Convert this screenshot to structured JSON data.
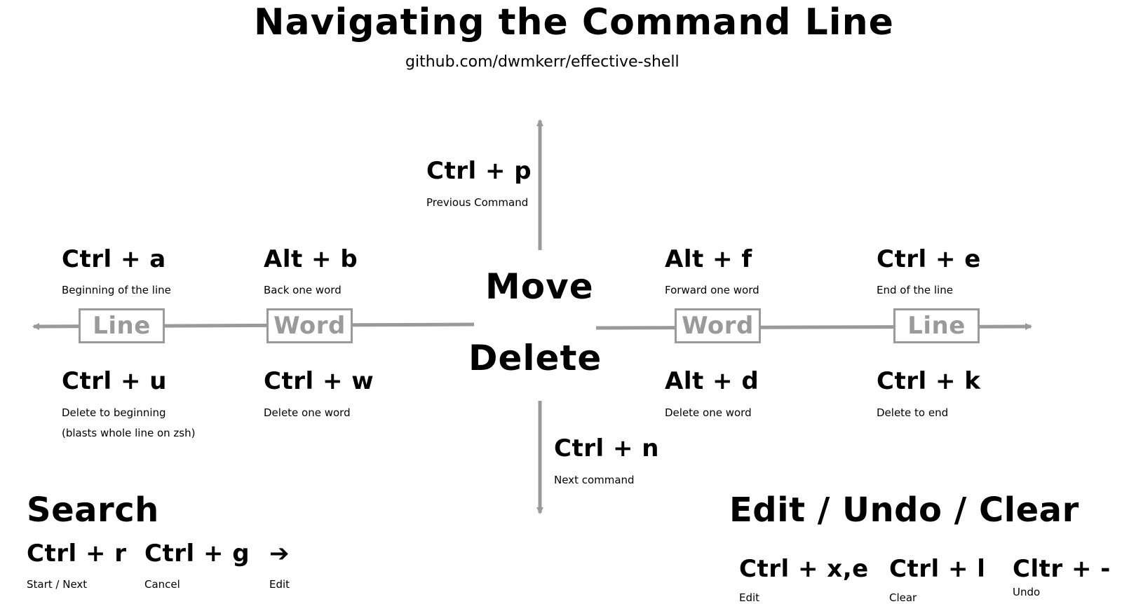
{
  "header": {
    "title": "Navigating the Command Line",
    "subtitle": "github.com/dwmkerr/effective-shell"
  },
  "center": {
    "move_label": "Move",
    "delete_label": "Delete"
  },
  "vertical": {
    "up": {
      "key": "Ctrl + p",
      "desc": "Previous Command"
    },
    "down": {
      "key": "Ctrl + n",
      "desc": "Next command"
    }
  },
  "left": {
    "line_box": "Line",
    "word_box": "Word",
    "move_line": {
      "key": "Ctrl + a",
      "desc": "Beginning of the line"
    },
    "move_word": {
      "key": "Alt + b",
      "desc": "Back one word"
    },
    "delete_line": {
      "key": "Ctrl + u",
      "desc": "Delete to beginning",
      "desc2": "(blasts whole line on zsh)"
    },
    "delete_word": {
      "key": "Ctrl + w",
      "desc": "Delete one word"
    }
  },
  "right": {
    "word_box": "Word",
    "line_box": "Line",
    "move_word": {
      "key": "Alt + f",
      "desc": "Forward one word"
    },
    "move_line": {
      "key": "Ctrl + e",
      "desc": "End of the line"
    },
    "delete_word": {
      "key": "Alt + d",
      "desc": "Delete one word"
    },
    "delete_line": {
      "key": "Ctrl + k",
      "desc": "Delete to end"
    }
  },
  "search": {
    "title": "Search",
    "items": [
      {
        "key": "Ctrl + r",
        "desc": "Start / Next"
      },
      {
        "key": "Ctrl + g",
        "desc": "Cancel"
      },
      {
        "key": "➔",
        "desc": "Edit"
      }
    ]
  },
  "edit": {
    "title": "Edit / Undo / Clear",
    "items": [
      {
        "key": "Ctrl + x,e",
        "desc": "Edit"
      },
      {
        "key": "Ctrl + l",
        "desc": "Clear"
      },
      {
        "key": "Cltr + -",
        "desc": "Undo"
      }
    ]
  },
  "colors": {
    "arrow": "#9a9a9a",
    "text": "#000000"
  }
}
